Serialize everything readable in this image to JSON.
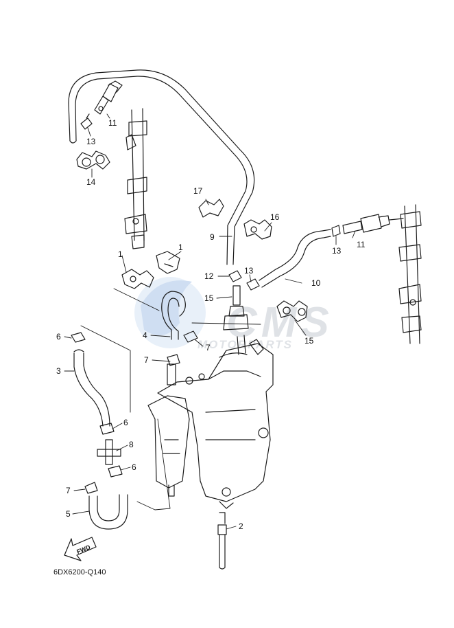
{
  "diagram": {
    "code": "6DX6200-Q140",
    "fwd_label": "FWD",
    "watermark": {
      "brand": "CMS",
      "sub": "MOTORPARTS"
    },
    "colors": {
      "line": "#1a1a1a",
      "watermark_blue": "#7fa7d9",
      "watermark_grey": "#c6cbd3"
    },
    "callouts": [
      "1",
      "1",
      "2",
      "3",
      "4",
      "5",
      "6",
      "6",
      "6",
      "7",
      "7",
      "7",
      "8",
      "9",
      "10",
      "11",
      "11",
      "12",
      "13",
      "13",
      "13",
      "14",
      "15",
      "16",
      "17"
    ]
  }
}
